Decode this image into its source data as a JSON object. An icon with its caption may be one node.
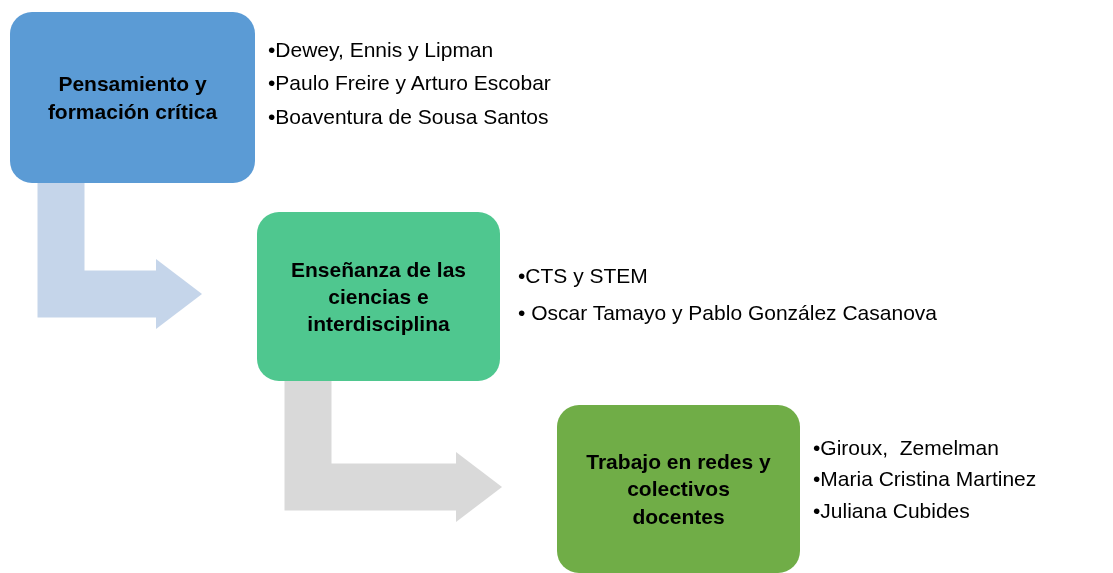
{
  "diagram": {
    "nodes": [
      {
        "text": [
          "Pensamiento y formación crítica"
        ],
        "beside": [
          "•Dewey, Ennis y Lipman",
          "•Paulo Freire y Arturo Escobar",
          "•Boaventura de Sousa Santos"
        ]
      },
      {
        "text": [
          "Enseñanza de las ciencias e interdisciplina"
        ],
        "beside": [
          "•CTS y STEM",
          "• Oscar Tamayo y Pablo González Casanova"
        ]
      },
      {
        "text": [
          "Trabajo en redes y colectivos docentes"
        ],
        "beside": [
          "•Giroux,  Zemelman",
          "•Maria Cristina Martinez",
          "•Juliana Cubides"
        ]
      }
    ],
    "edges": [
      {
        "from": 0,
        "to": 1,
        "arrow": "to",
        "color": "#c5d5ea"
      },
      {
        "from": 1,
        "to": 2,
        "arrow": "to",
        "color": "#d9d9d9"
      }
    ]
  }
}
